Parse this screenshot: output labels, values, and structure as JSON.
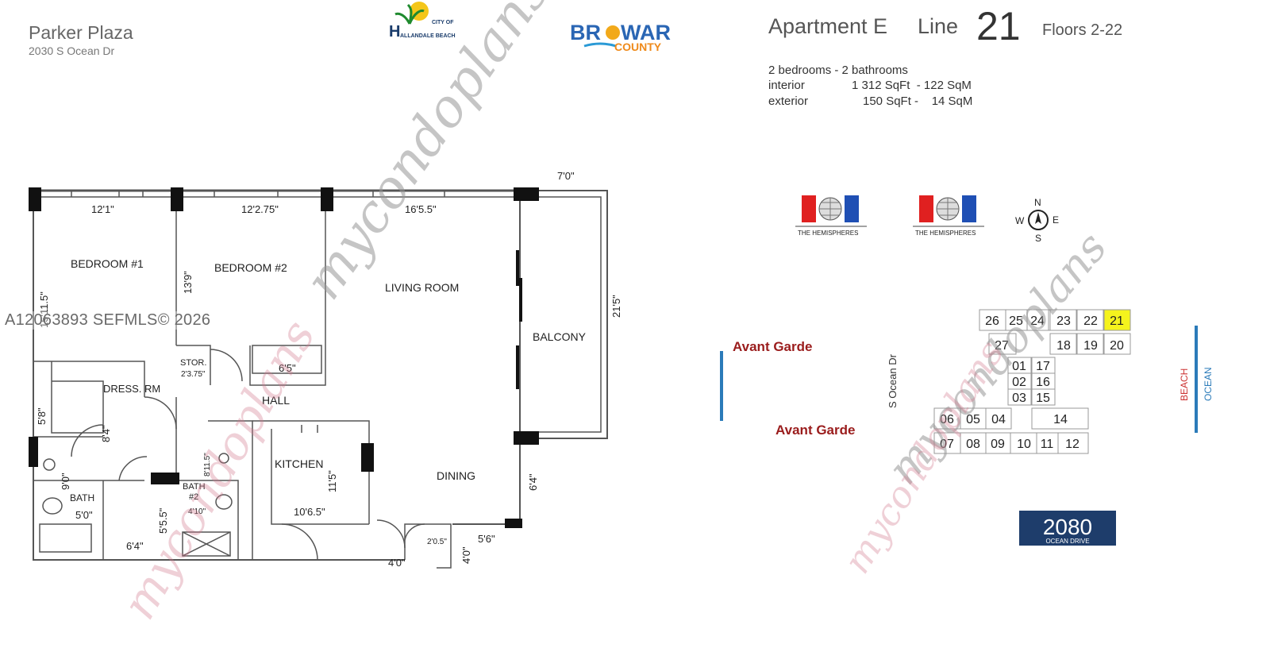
{
  "building": {
    "name": "Parker Plaza",
    "address": "2030 S Ocean Dr"
  },
  "logos": {
    "hallandale_top": "CITY OF",
    "hallandale_h": "H",
    "hallandale_bottom": "ALLANDALE BEACH",
    "broward_1": "BR",
    "broward_2": "WARD",
    "broward_3": "COUNTY",
    "hemispheres_1": "THE HEMISPHERES",
    "hemispheres_2": "THE HEMISPHERES",
    "ocean2080_num": "2080",
    "ocean2080_sub": "OCEAN DRIVE"
  },
  "unit": {
    "apartment": "Apartment E",
    "line_label": "Line",
    "line_number": "21",
    "floors": "Floors 2-22",
    "rooms": "2 bedrooms - 2 bathrooms",
    "interior_label": "interior",
    "interior_value": "1 312 SqFt  - 122 SqM",
    "exterior_label": "exterior",
    "exterior_value": "150 SqFt -    14 SqM"
  },
  "floorplan": {
    "rooms": {
      "bedroom1": "BEDROOM #1",
      "bedroom2": "BEDROOM #2",
      "living": "LIVING ROOM",
      "balcony": "BALCONY",
      "dress": "DRESS. RM",
      "stor": "STOR.",
      "hall": "HALL",
      "kitchen": "KITCHEN",
      "dining": "DINING",
      "bath": "BATH",
      "bath2a": "BATH",
      "bath2b": "#2"
    },
    "dims": {
      "d_bed1_w": "12'1\"",
      "d_bed2_w": "12'2.75\"",
      "d_liv_w": "16'5.5\"",
      "d_bal_w": "7'0\"",
      "d_bed1_h": "15'11.5\"",
      "d_bed2_h": "13'9\"",
      "d_bal_h": "21'5\"",
      "d_stor": "2'3.75\"",
      "d_closet": "6'5\"",
      "d_58": "5'8\"",
      "d_84": "8'4\"",
      "d_90": "9'0\"",
      "d_50": "5'0\"",
      "d_64a": "6'4\"",
      "d_555": "5'5.5\"",
      "d_811": "8'11.5\"",
      "d_410a": "4'10\"",
      "d_115": "11'5\"",
      "d_1065": "10'6.5\"",
      "d_40a": "4'0\"",
      "d_205": "2'0.5\"",
      "d_40b": "4'0\"",
      "d_56": "5'6\"",
      "d_64b": "6'4\""
    }
  },
  "compass": {
    "n": "N",
    "s": "S",
    "e": "E",
    "w": "W"
  },
  "siteplan": {
    "avant1": "Avant Garde",
    "avant2": "Avant Garde",
    "street": "S Ocean Dr",
    "beach": "BEACH",
    "ocean": "OCEAN",
    "highlighted_unit": "21",
    "units": {
      "u26": "26",
      "u25": "25",
      "u24": "24",
      "u23": "23",
      "u22": "22",
      "u21": "21",
      "u27": "27",
      "u18": "18",
      "u19": "19",
      "u20": "20",
      "u01": "01",
      "u17": "17",
      "u02": "02",
      "u16": "16",
      "u03": "03",
      "u15": "15",
      "u06": "06",
      "u05": "05",
      "u04": "04",
      "u14": "14",
      "u07": "07",
      "u08": "08",
      "u09": "09",
      "u10": "10",
      "u11": "11",
      "u12": "12"
    }
  },
  "watermarks": {
    "mls": "A12063893  SEFMLS© 2026",
    "brand1": "mycondoplans",
    "brand2": "mycondoplans",
    "brand3": "mycondoplans",
    "brand4": "mycondoplans"
  },
  "colors": {
    "highlight": "#f5f31d",
    "logo_navy": "#1e3d6b",
    "avant_red": "#9a1c1c",
    "blue_line": "#2b7bb9",
    "hemi_red": "#e02020",
    "hemi_blue": "#1f4fb4"
  }
}
